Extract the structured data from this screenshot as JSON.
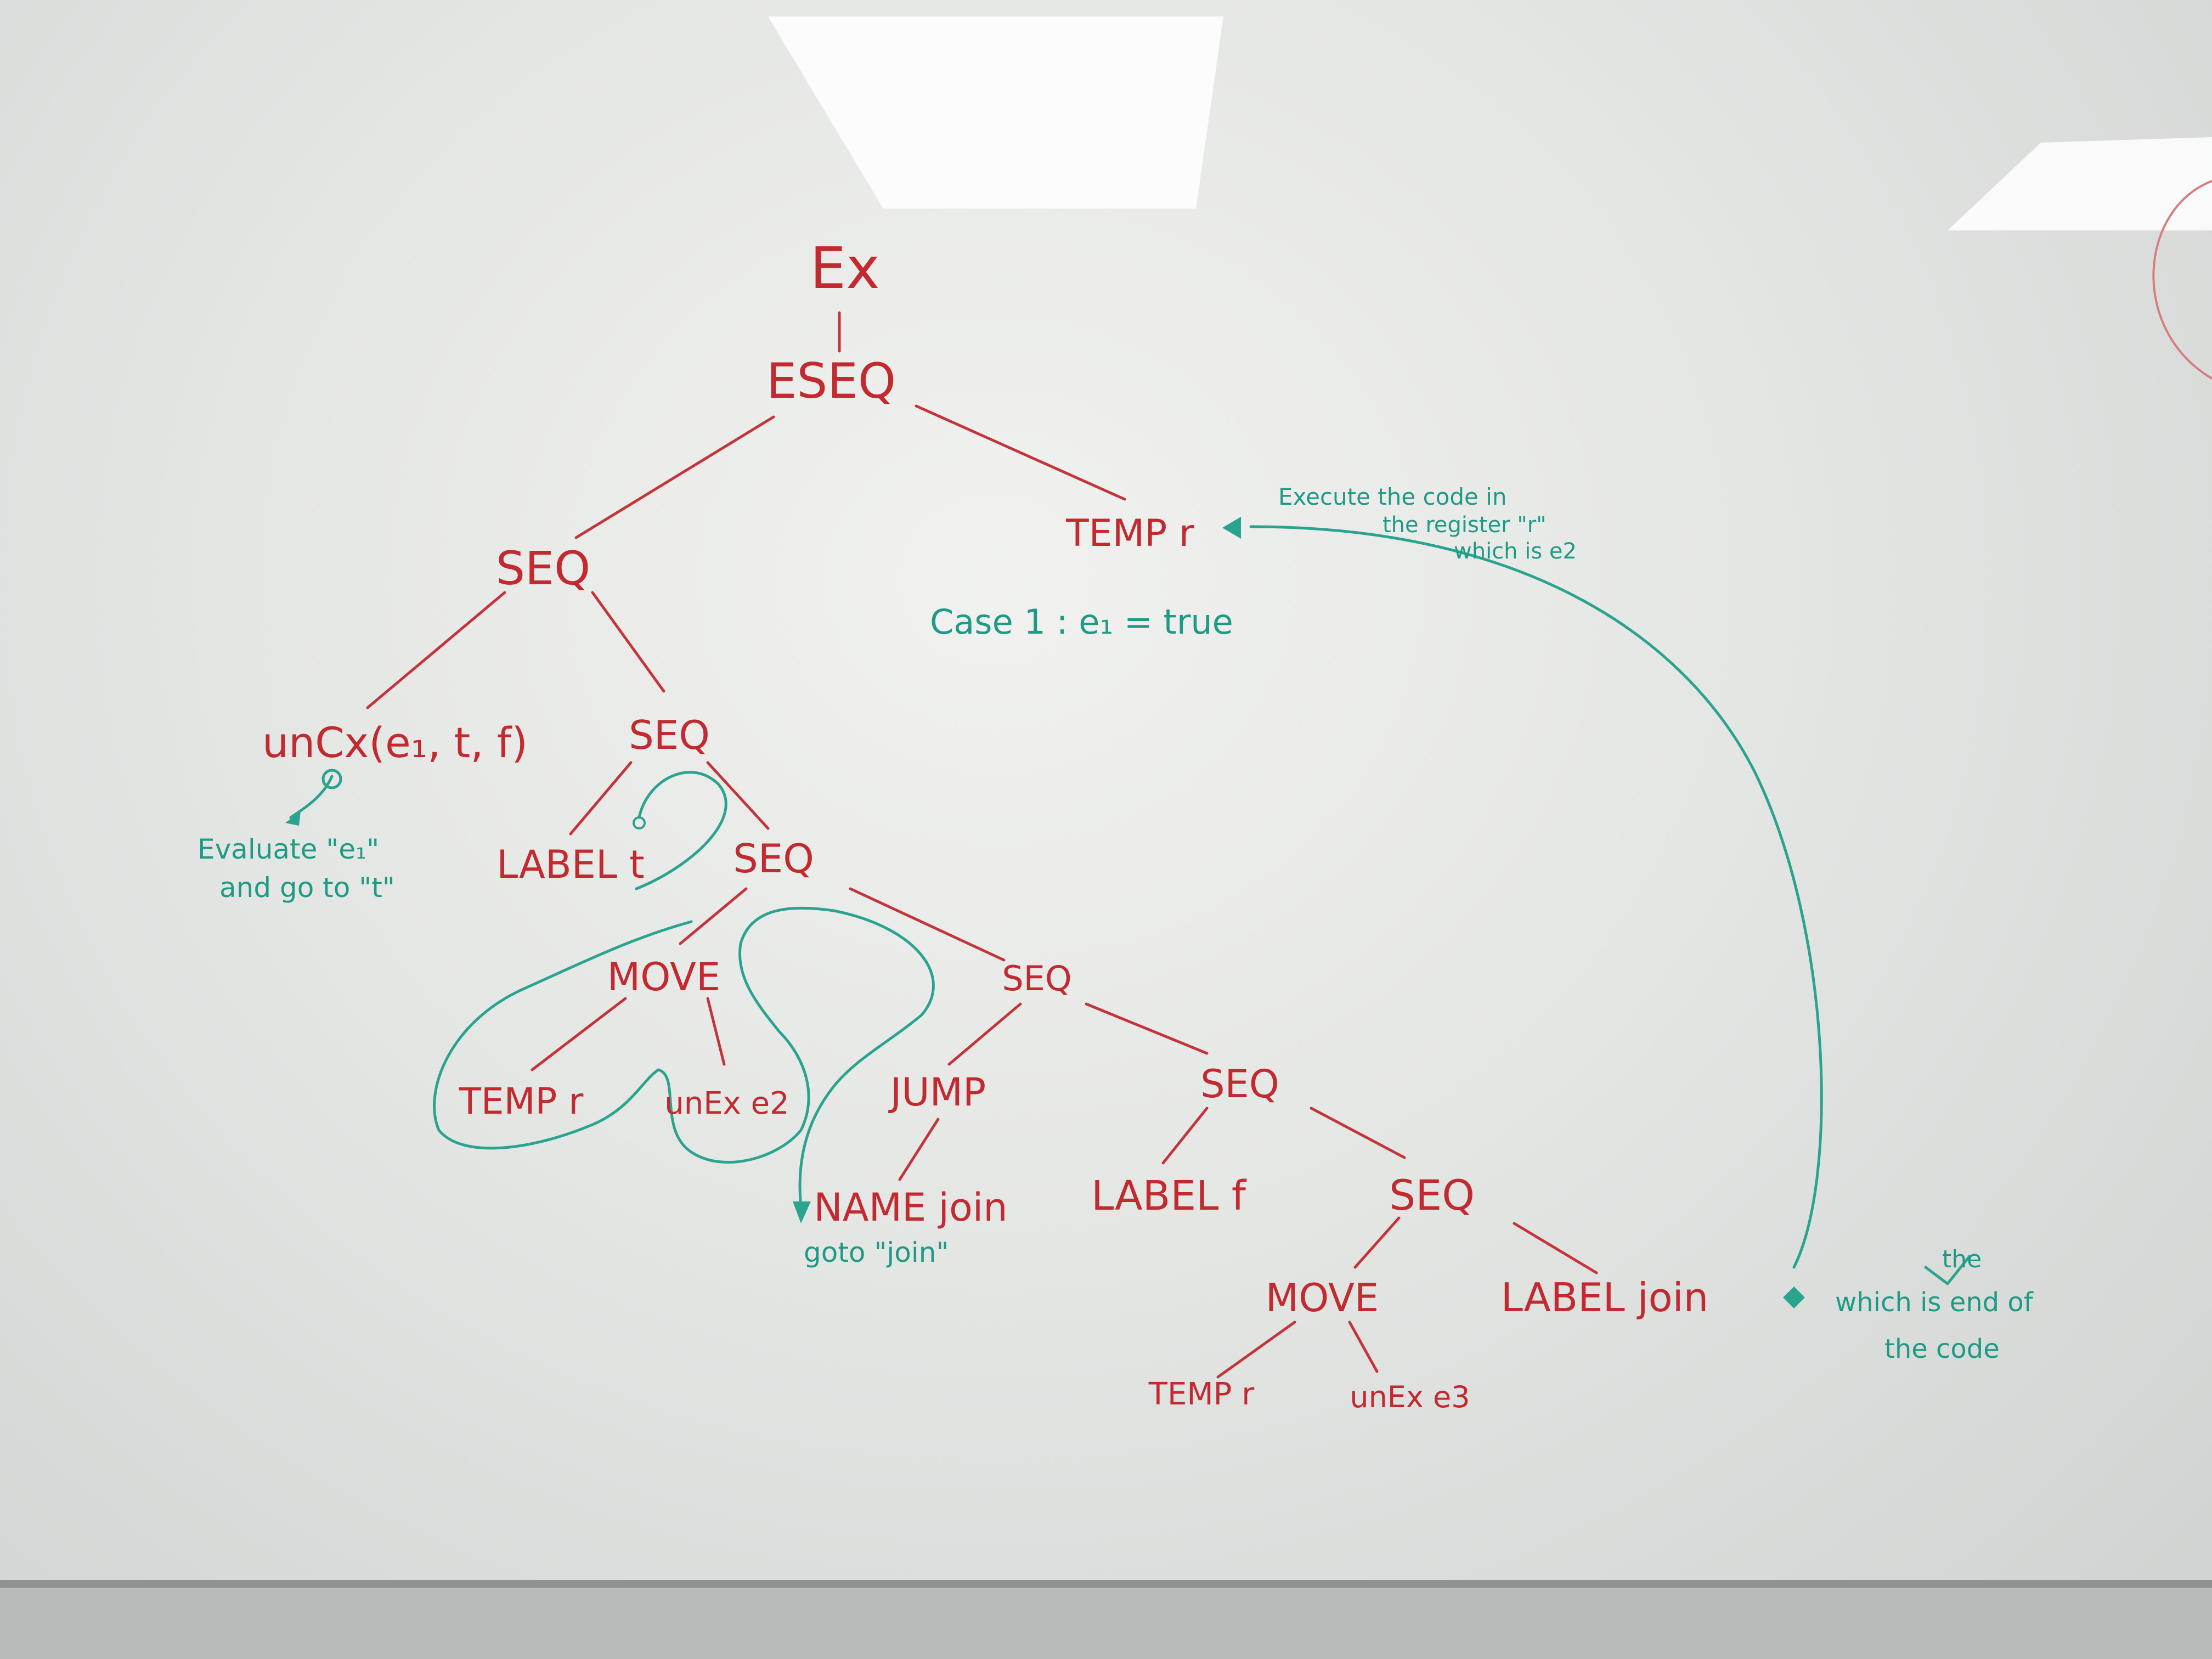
{
  "tree": {
    "root": "Ex",
    "eseq": "ESEQ",
    "seq1": "SEQ",
    "temp_r_top": "TEMP r",
    "uncx": "unCx(e₁, t, f)",
    "seq2": "SEQ",
    "label_t": "LABEL t",
    "seq3": "SEQ",
    "move1": "MOVE",
    "seq4": "SEQ",
    "temp_r1": "TEMP r",
    "unex_e2": "unEx e2",
    "jump": "JUMP",
    "seq5": "SEQ",
    "name_join": "NAME join",
    "label_f": "LABEL f",
    "seq6": "SEQ",
    "move2": "MOVE",
    "label_join": "LABEL join",
    "temp_r2": "TEMP r",
    "unex_e3": "unEx e3"
  },
  "notes": {
    "execute_line1": "Execute the code in",
    "execute_line2": "the register \"r\"",
    "execute_line3": "which is e2",
    "case1": "Case 1 : e₁ = true",
    "evaluate_line1": "Evaluate \"e₁\"",
    "evaluate_line2": "and go to \"t\"",
    "goto_join": "goto \"join\"",
    "end_line1": "which is end of",
    "end_line2": "the code",
    "the_insert": "the"
  },
  "colors": {
    "marker_red": "#c22a30",
    "marker_teal": "#1f9a86",
    "board": "#e6e8e6"
  }
}
